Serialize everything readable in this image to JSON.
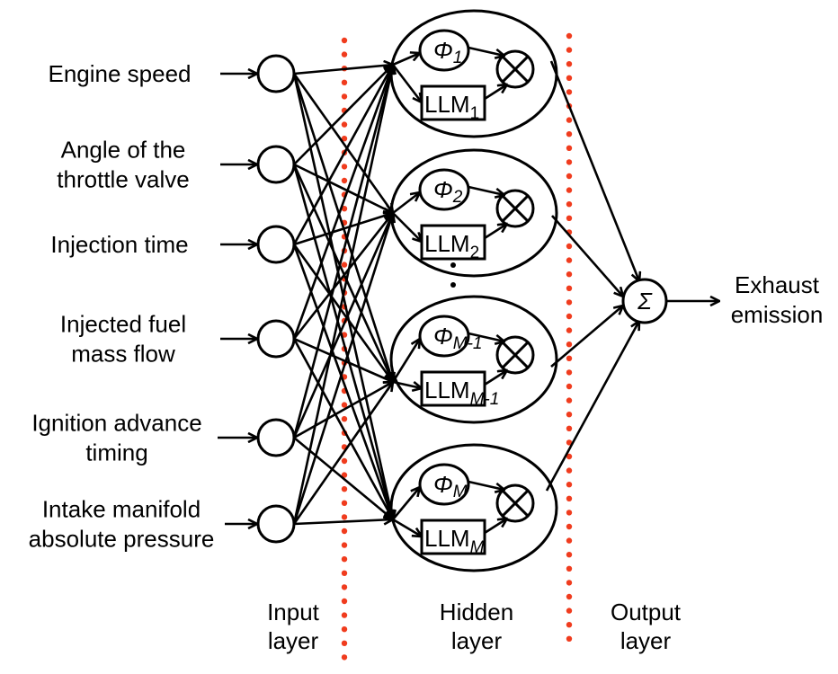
{
  "diagram": {
    "type": "neuro-fuzzy network (local linear model tree)",
    "inputs": [
      {
        "lines": [
          "Engine speed"
        ]
      },
      {
        "lines": [
          "Angle of the",
          "throttle valve"
        ]
      },
      {
        "lines": [
          "Injection time"
        ]
      },
      {
        "lines": [
          "Injected fuel",
          "mass flow"
        ]
      },
      {
        "lines": [
          "Ignition advance",
          "timing"
        ]
      },
      {
        "lines": [
          "Intake manifold",
          "absolute pressure"
        ]
      }
    ],
    "hidden_neurons": [
      {
        "phi": "Φ",
        "phi_sub": "1",
        "llm": "LLM",
        "llm_sub": "1"
      },
      {
        "phi": "Φ",
        "phi_sub": "2",
        "llm": "LLM",
        "llm_sub": "2"
      },
      {
        "phi": "Φ",
        "phi_sub": "M-1",
        "llm": "LLM",
        "llm_sub": "M-1"
      },
      {
        "phi": "Φ",
        "phi_sub": "M",
        "llm": "LLM",
        "llm_sub": "M"
      }
    ],
    "output": {
      "symbol": "Σ",
      "label_lines": [
        "Exhaust",
        "emission"
      ]
    },
    "layer_labels": [
      {
        "lines": [
          "Input",
          "layer"
        ]
      },
      {
        "lines": [
          "Hidden",
          "layer"
        ]
      },
      {
        "lines": [
          "Output",
          "layer"
        ]
      }
    ],
    "colors": {
      "separator": "#f03c1e",
      "line": "#000000"
    }
  }
}
